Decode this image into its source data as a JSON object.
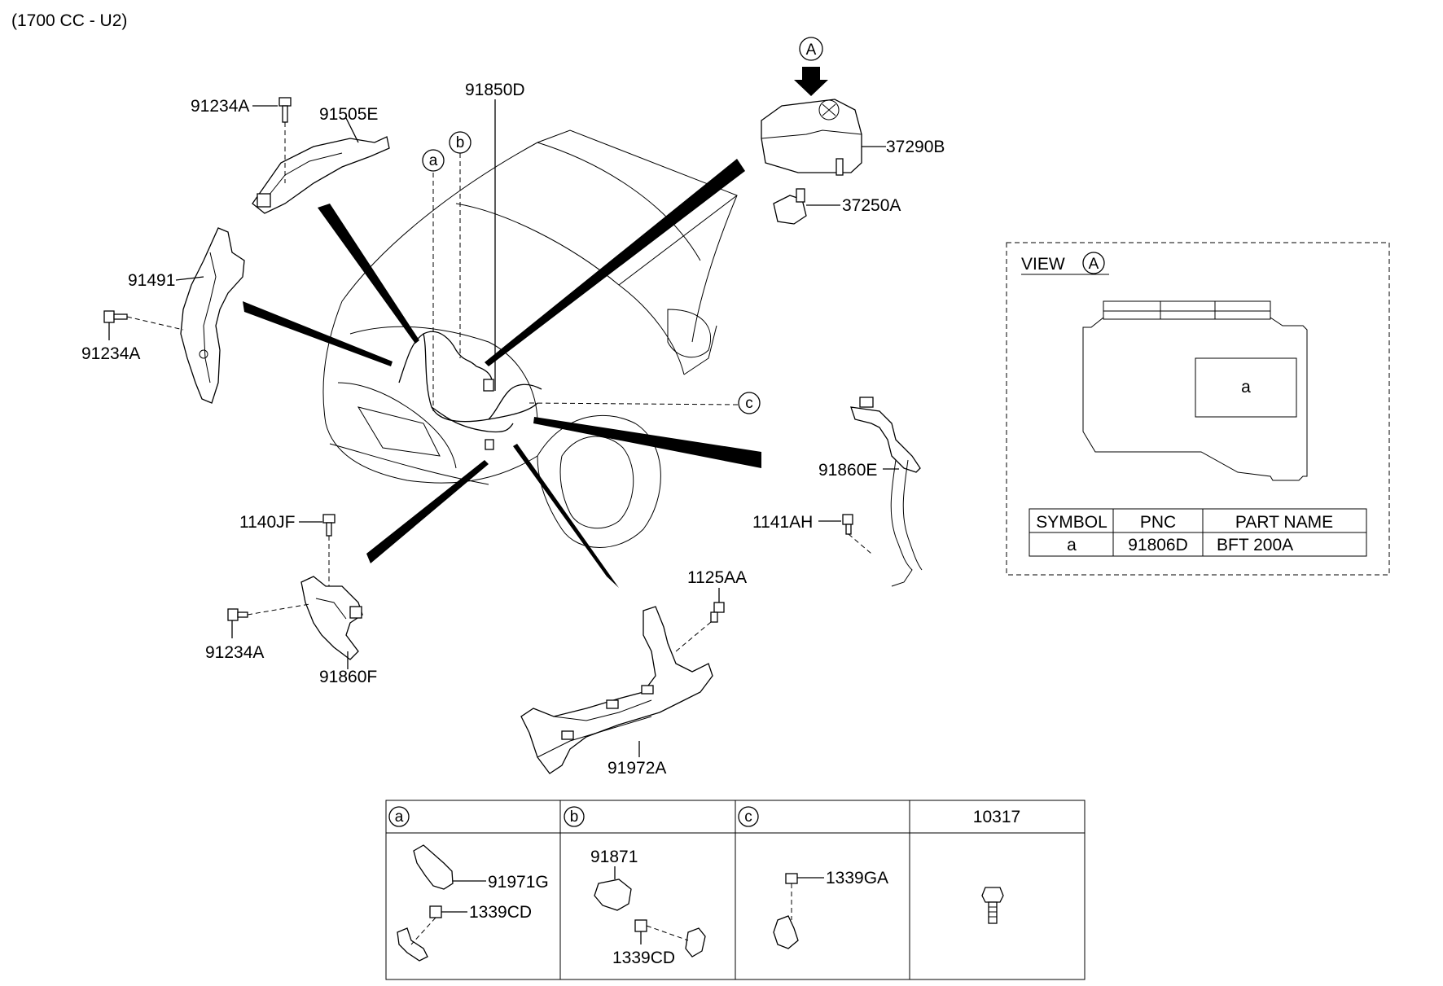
{
  "header": {
    "title": "(1700 CC - U2)"
  },
  "labels": {
    "p91234A_top": "91234A",
    "p91505E": "91505E",
    "p91850D": "91850D",
    "p37290B": "37290B",
    "p37250A": "37250A",
    "p91491": "91491",
    "p91234A_mid": "91234A",
    "p91860E": "91860E",
    "p1141AH": "1141AH",
    "p1140JF": "1140JF",
    "p91234A_bot": "91234A",
    "p91860F": "91860F",
    "p1125AA": "1125AA",
    "p91972A": "91972A"
  },
  "callouts": {
    "a": "a",
    "b": "b",
    "c": "c",
    "A": "A"
  },
  "view": {
    "title": "VIEW",
    "marker": "A",
    "fuse_label": "a",
    "table": {
      "headers": [
        "SYMBOL",
        "PNC",
        "PART NAME"
      ],
      "rows": [
        [
          "a",
          "91806D",
          "BFT 200A"
        ]
      ]
    }
  },
  "detail_table": {
    "headers": [
      "a",
      "b",
      "c",
      "10317"
    ],
    "cells": {
      "a": [
        "91971G",
        "1339CD"
      ],
      "b": [
        "91871",
        "1339CD"
      ],
      "c": [
        "1339GA"
      ]
    }
  }
}
